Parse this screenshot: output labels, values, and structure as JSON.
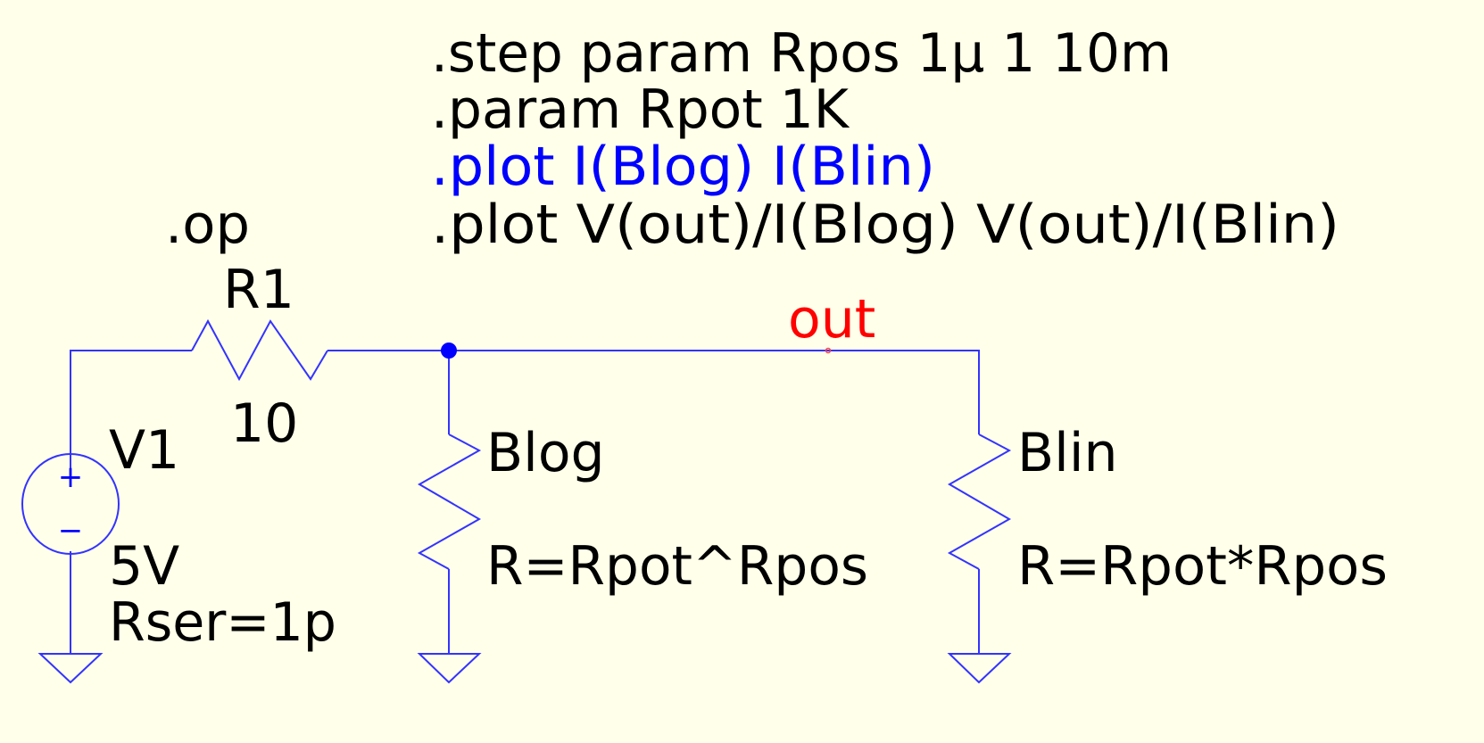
{
  "directives": {
    "step": ".step param Rpos 1µ 1 10m",
    "param": ".param Rpot 1K",
    "plot_currents": ".plot I(Blog) I(Blin)",
    "plot_resistances": ".plot V(out)/I(Blog)  V(out)/I(Blin)",
    "op": ".op"
  },
  "components": {
    "r1": {
      "name": "R1",
      "value": "10"
    },
    "v1": {
      "name": "V1",
      "value": "5V",
      "param": "Rser=1p",
      "plus": "+",
      "minus": "−"
    },
    "blog": {
      "name": "Blog",
      "expr": "R=Rpot^Rpos"
    },
    "blin": {
      "name": "Blin",
      "expr": "R=Rpot*Rpos"
    }
  },
  "net_label": "out",
  "colors": {
    "background": "#ffffea",
    "wire": "#3333ff",
    "active_directive": "#0000ff",
    "net_label": "#ff0000"
  }
}
